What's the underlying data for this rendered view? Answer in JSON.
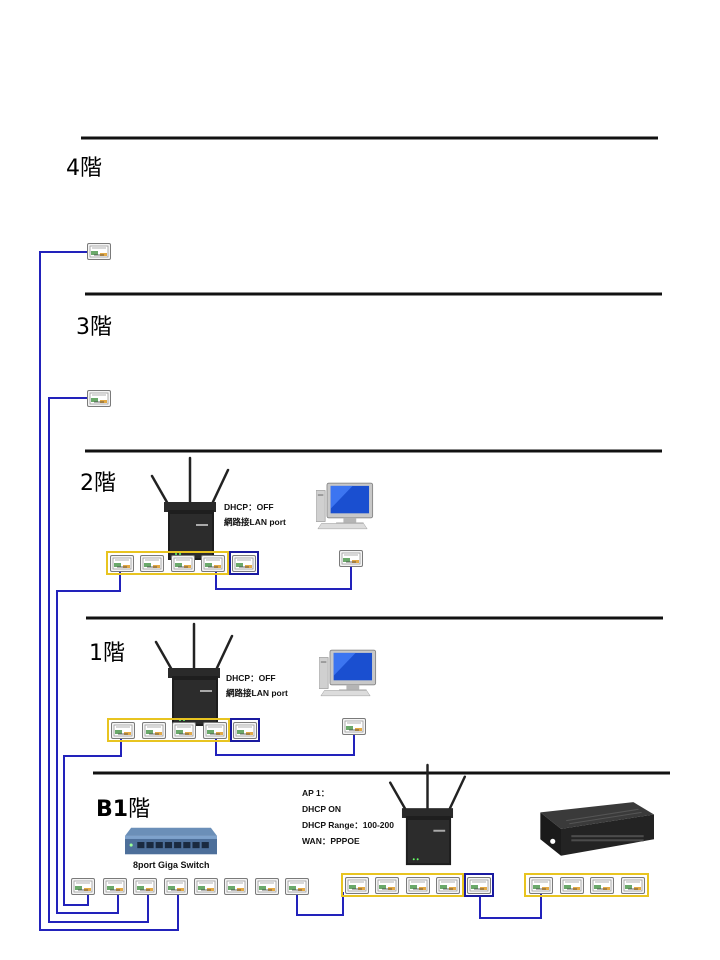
{
  "floors": {
    "f4": "4階",
    "f3": "3階",
    "f2": "2階",
    "f1": "1階",
    "b1_prefix": "B1",
    "b1_suffix": "階"
  },
  "ap_notes": {
    "f2_line1": "DHCP：OFF",
    "f2_line2": "網路接LAN port",
    "f1_line1": "DHCP：OFF",
    "f1_line2": "網路接LAN port"
  },
  "ap1_config": {
    "line1": "AP 1：",
    "line2": "DHCP ON",
    "line3": "DHCP Range：100-200",
    "line4": "WAN：PPPOE"
  },
  "switch_caption": "8port Giga Switch",
  "colors": {
    "floor_line": "#111111",
    "cable": "#2222bb",
    "lan_group_border": "#e8c420",
    "wan_port_border": "#1a1aa0",
    "port_jack_green": "#5aa05a",
    "port_jack_orange": "#e0a030"
  }
}
